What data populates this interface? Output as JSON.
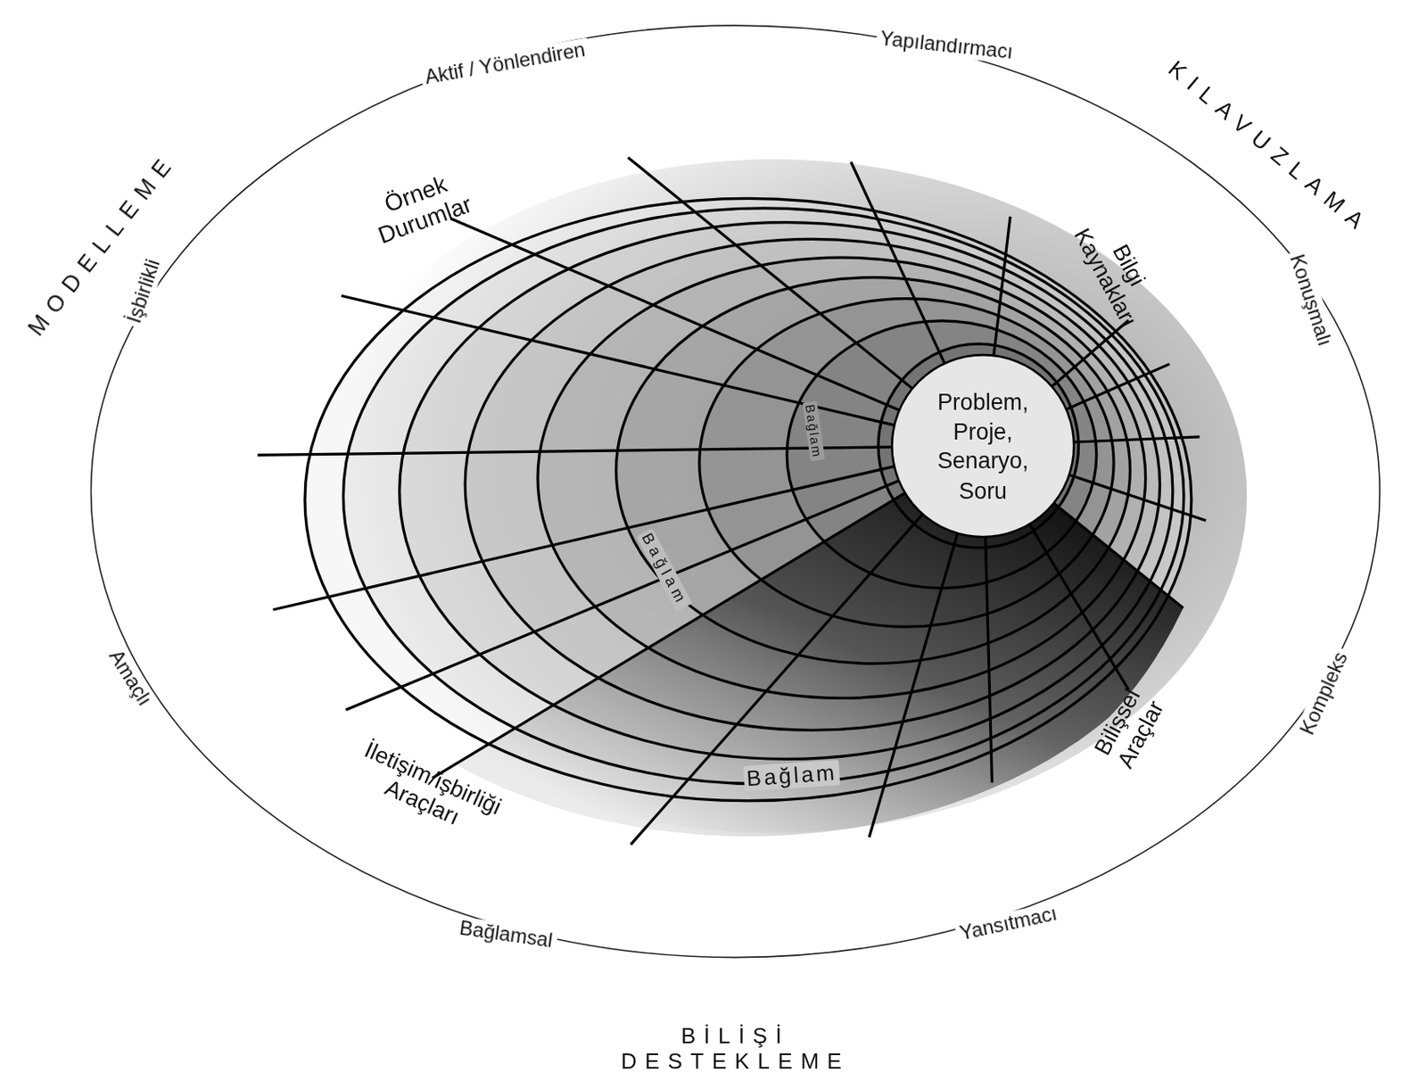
{
  "diagram": {
    "nodes": [
      {
        "text": [
          "Problem, Proje, Senaryo, Soru"
        ]
      }
    ],
    "labels": [
      "Aktif / Yönlendiren",
      "Yapılandırmacı",
      "Konuşmalı",
      "Kompleks",
      "Yansıtmacı",
      "Bağlamsal",
      "Amaçlı",
      "İşbirlikli",
      "MODELLEME",
      "KILAVUZLAMA",
      "BİLİŞİ DESTEKLEME",
      "Örnek Durumlar",
      "Bilgi Kaynakları",
      "Bilişsel Araçlar",
      "İletişim/işbirliği Araçları",
      "Bağlam",
      "Bağlam",
      "Bağlam"
    ]
  }
}
